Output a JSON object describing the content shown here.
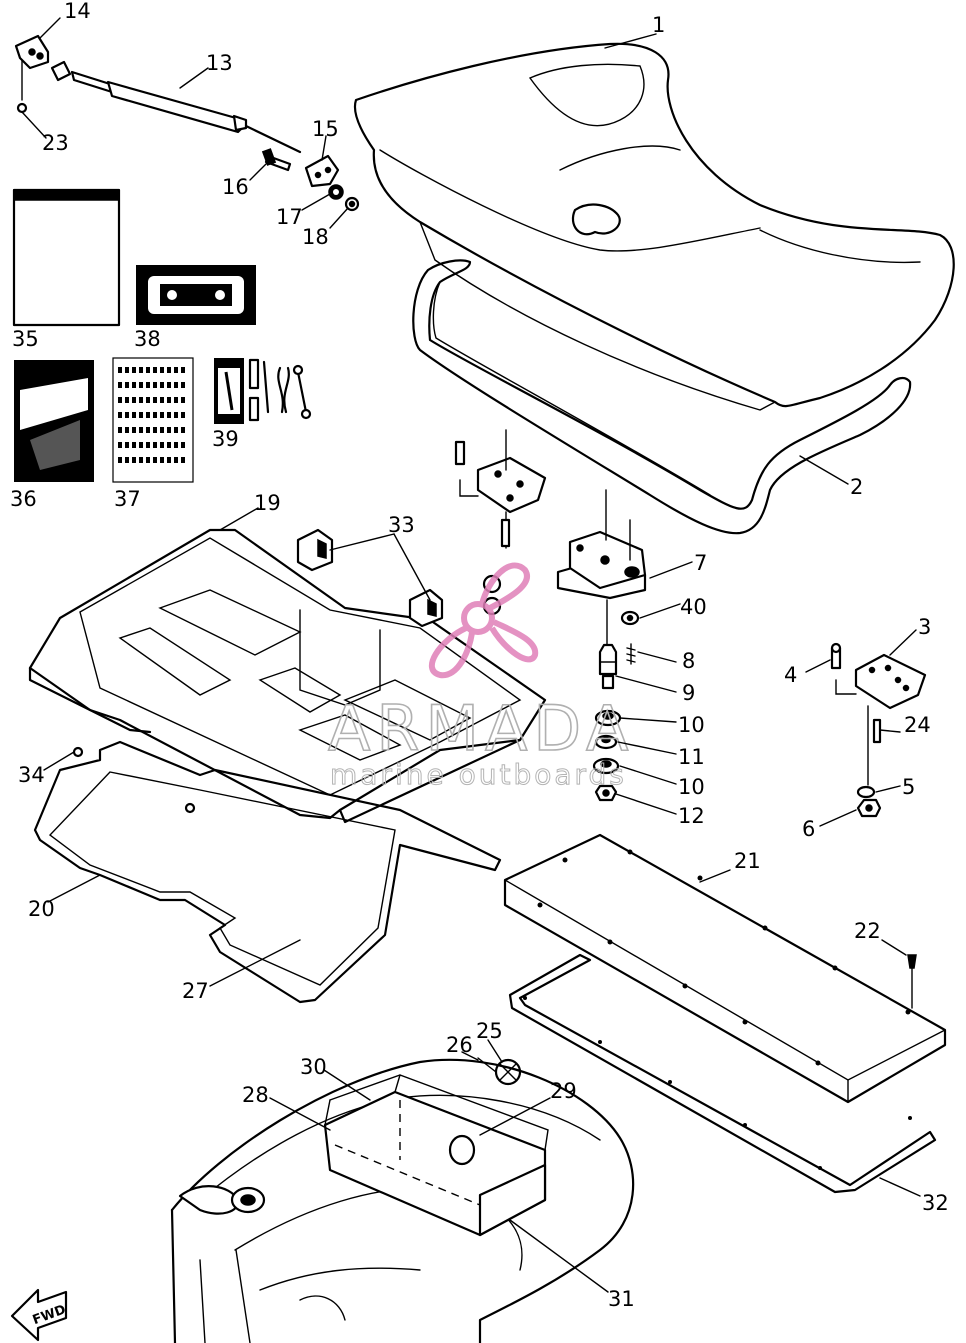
{
  "callouts": [
    {
      "id": "c1",
      "label": "1"
    },
    {
      "id": "c2",
      "label": "2"
    },
    {
      "id": "c3",
      "label": "3"
    },
    {
      "id": "c4",
      "label": "4"
    },
    {
      "id": "c5",
      "label": "5"
    },
    {
      "id": "c6",
      "label": "6"
    },
    {
      "id": "c7",
      "label": "7"
    },
    {
      "id": "c8",
      "label": "8"
    },
    {
      "id": "c9",
      "label": "9"
    },
    {
      "id": "c10a",
      "label": "10"
    },
    {
      "id": "c10b",
      "label": "10"
    },
    {
      "id": "c11",
      "label": "11"
    },
    {
      "id": "c12",
      "label": "12"
    },
    {
      "id": "c13",
      "label": "13"
    },
    {
      "id": "c14",
      "label": "14"
    },
    {
      "id": "c15",
      "label": "15"
    },
    {
      "id": "c16",
      "label": "16"
    },
    {
      "id": "c17",
      "label": "17"
    },
    {
      "id": "c18",
      "label": "18"
    },
    {
      "id": "c19",
      "label": "19"
    },
    {
      "id": "c20",
      "label": "20"
    },
    {
      "id": "c21",
      "label": "21"
    },
    {
      "id": "c22",
      "label": "22"
    },
    {
      "id": "c23",
      "label": "23"
    },
    {
      "id": "c24",
      "label": "24"
    },
    {
      "id": "c25",
      "label": "25"
    },
    {
      "id": "c26",
      "label": "26"
    },
    {
      "id": "c27",
      "label": "27"
    },
    {
      "id": "c28",
      "label": "28"
    },
    {
      "id": "c29",
      "label": "29"
    },
    {
      "id": "c30",
      "label": "30"
    },
    {
      "id": "c31",
      "label": "31"
    },
    {
      "id": "c32",
      "label": "32"
    },
    {
      "id": "c33",
      "label": "33"
    },
    {
      "id": "c34",
      "label": "34"
    },
    {
      "id": "c35",
      "label": "35"
    },
    {
      "id": "c36",
      "label": "36"
    },
    {
      "id": "c37",
      "label": "37"
    },
    {
      "id": "c38",
      "label": "38"
    },
    {
      "id": "c39",
      "label": "39"
    },
    {
      "id": "c40",
      "label": "40"
    }
  ],
  "watermark": {
    "title": "ARMADA",
    "subtitle": "marine outboards",
    "logo_color": "#e07fb8"
  },
  "fwd_arrow": {
    "label": "FWD"
  },
  "colors": {
    "line": "#000000",
    "background": "#ffffff"
  }
}
